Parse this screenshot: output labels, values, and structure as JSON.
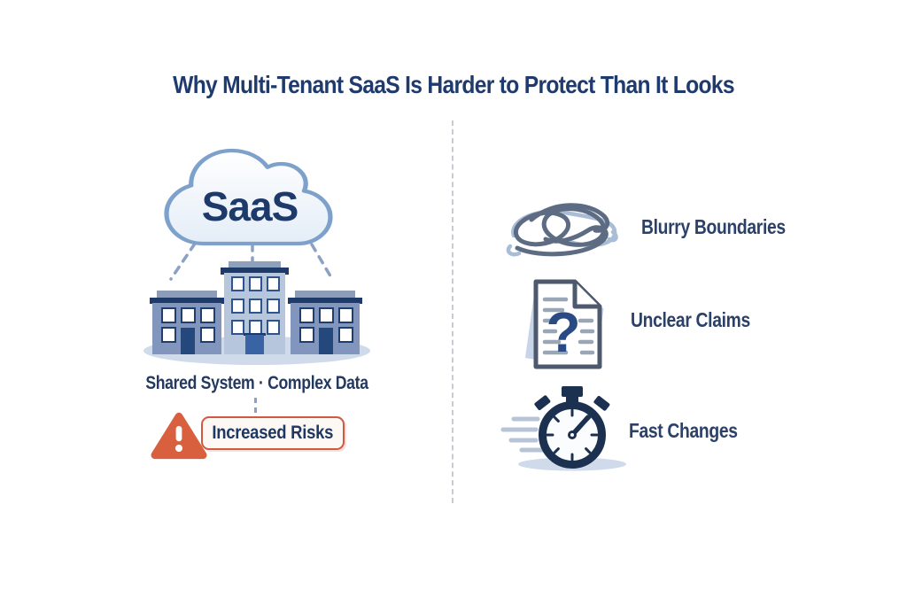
{
  "title": "Why Multi-Tenant SaaS Is Harder to Protect Than It Looks",
  "left_panel": {
    "cloud_label": "SaaS",
    "caption": "Shared System · Complex Data",
    "risk_badge": "Increased Risks",
    "icons": [
      "saas-cloud-icon",
      "tenant-buildings-icon",
      "warning-triangle-icon"
    ]
  },
  "right_panel": {
    "items": [
      {
        "icon": "tangled-lines-icon",
        "label": "Blurry Boundaries"
      },
      {
        "icon": "document-question-icon",
        "label": "Unclear Claims",
        "glyph": "?"
      },
      {
        "icon": "stopwatch-icon",
        "label": "Fast Changes"
      }
    ]
  },
  "colors": {
    "title_navy": "#1f3a6d",
    "label_navy": "#2b4168",
    "cloud_stroke": "#7da1cb",
    "building_dark": "#1d3a69",
    "building_light_body": "#b6c6dd",
    "building_mid_body": "#8296bd",
    "warning_red": "#d8603f",
    "risk_border": "#cd5a41",
    "shadow_blue": "#cfdaea",
    "dash_blue": "#8ba2c4",
    "divider_gray": "#c8cbd1"
  }
}
